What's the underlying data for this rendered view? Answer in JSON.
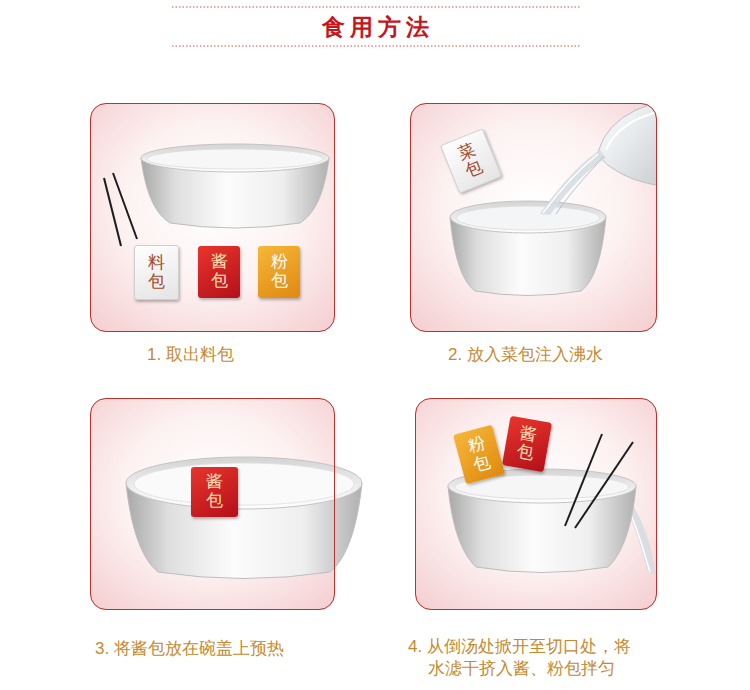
{
  "diagram": {
    "title": "食用方法",
    "nodes": [
      {
        "text": [
          "1. 取出料包"
        ]
      },
      {
        "text": [
          "料包"
        ],
        "in": 0
      },
      {
        "text": [
          "酱包"
        ],
        "in": 0
      },
      {
        "text": [
          "粉包"
        ],
        "in": 0
      },
      {
        "text": [
          "2. 放入菜包注入沸水"
        ]
      },
      {
        "text": [
          "菜包"
        ],
        "in": 4
      },
      {
        "text": [
          "3. 将酱包放在碗盖上预热"
        ]
      },
      {
        "text": [
          "酱包"
        ],
        "in": 6
      },
      {
        "text": [
          "4. 从倒汤处掀开至切口处，将 水滤干挤入酱、粉包拌匀"
        ]
      },
      {
        "text": [
          "粉包"
        ],
        "in": 8
      },
      {
        "text": [
          "酱包"
        ],
        "in": 8
      }
    ]
  }
}
